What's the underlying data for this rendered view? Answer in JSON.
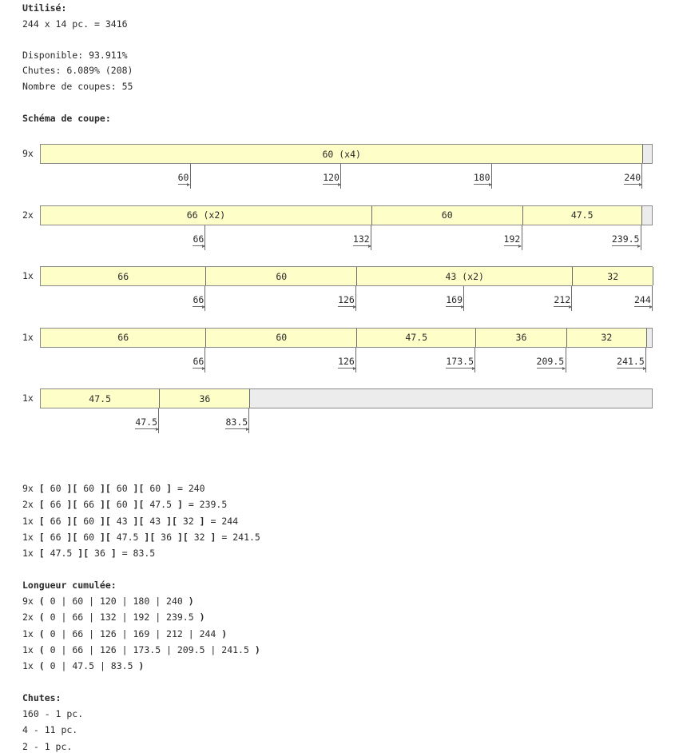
{
  "summary": {
    "used_label": "Utilisé:",
    "used_value": "244 x 14 pc. = 3416",
    "available": "Disponible: 93.911%",
    "waste": "Chutes: 6.089% (208)",
    "cuts": "Nombre de coupes: 55",
    "scheme_label": "Schéma de coupe:"
  },
  "stock_length": 244,
  "rows": [
    {
      "mult": "9x",
      "segments": [
        {
          "start": 0,
          "end": 240,
          "label": "60 (x4)"
        }
      ],
      "ticks": [
        {
          "at": 60,
          "label": "60"
        },
        {
          "at": 120,
          "label": "120"
        },
        {
          "at": 180,
          "label": "180"
        },
        {
          "at": 240,
          "label": "240"
        }
      ]
    },
    {
      "mult": "2x",
      "segments": [
        {
          "start": 0,
          "end": 132,
          "label": "66 (x2)"
        },
        {
          "start": 132,
          "end": 192,
          "label": "60"
        },
        {
          "start": 192,
          "end": 239.5,
          "label": "47.5"
        }
      ],
      "ticks": [
        {
          "at": 66,
          "label": "66"
        },
        {
          "at": 132,
          "label": "132"
        },
        {
          "at": 192,
          "label": "192"
        },
        {
          "at": 239.5,
          "label": "239.5"
        }
      ]
    },
    {
      "mult": "1x",
      "segments": [
        {
          "start": 0,
          "end": 66,
          "label": "66"
        },
        {
          "start": 66,
          "end": 126,
          "label": "60"
        },
        {
          "start": 126,
          "end": 212,
          "label": "43 (x2)"
        },
        {
          "start": 212,
          "end": 244,
          "label": "32"
        }
      ],
      "ticks": [
        {
          "at": 66,
          "label": "66"
        },
        {
          "at": 126,
          "label": "126"
        },
        {
          "at": 169,
          "label": "169"
        },
        {
          "at": 212,
          "label": "212"
        },
        {
          "at": 244,
          "label": "244"
        }
      ]
    },
    {
      "mult": "1x",
      "segments": [
        {
          "start": 0,
          "end": 66,
          "label": "66"
        },
        {
          "start": 66,
          "end": 126,
          "label": "60"
        },
        {
          "start": 126,
          "end": 173.5,
          "label": "47.5"
        },
        {
          "start": 173.5,
          "end": 209.5,
          "label": "36"
        },
        {
          "start": 209.5,
          "end": 241.5,
          "label": "32"
        }
      ],
      "ticks": [
        {
          "at": 66,
          "label": "66"
        },
        {
          "at": 126,
          "label": "126"
        },
        {
          "at": 173.5,
          "label": "173.5"
        },
        {
          "at": 209.5,
          "label": "209.5"
        },
        {
          "at": 241.5,
          "label": "241.5"
        }
      ]
    },
    {
      "mult": "1x",
      "segments": [
        {
          "start": 0,
          "end": 47.5,
          "label": "47.5"
        },
        {
          "start": 47.5,
          "end": 83.5,
          "label": "36"
        }
      ],
      "ticks": [
        {
          "at": 47.5,
          "label": "47.5"
        },
        {
          "at": 83.5,
          "label": "83.5"
        }
      ]
    }
  ],
  "formulas": [
    {
      "mult": "9x",
      "pieces": [
        "60",
        "60",
        "60",
        "60"
      ],
      "total": "240"
    },
    {
      "mult": "2x",
      "pieces": [
        "66",
        "66",
        "60",
        "47.5"
      ],
      "total": "239.5"
    },
    {
      "mult": "1x",
      "pieces": [
        "66",
        "60",
        "43",
        "43",
        "32"
      ],
      "total": "244"
    },
    {
      "mult": "1x",
      "pieces": [
        "66",
        "60",
        "47.5",
        "36",
        "32"
      ],
      "total": "241.5"
    },
    {
      "mult": "1x",
      "pieces": [
        "47.5",
        "36"
      ],
      "total": "83.5"
    }
  ],
  "cumulative_label": "Longueur cumulée:",
  "cumulative": [
    {
      "mult": "9x",
      "values": [
        "0",
        "60",
        "120",
        "180",
        "240"
      ]
    },
    {
      "mult": "2x",
      "values": [
        "0",
        "66",
        "132",
        "192",
        "239.5"
      ]
    },
    {
      "mult": "1x",
      "values": [
        "0",
        "66",
        "126",
        "169",
        "212",
        "244"
      ]
    },
    {
      "mult": "1x",
      "values": [
        "0",
        "66",
        "126",
        "173.5",
        "209.5",
        "241.5"
      ]
    },
    {
      "mult": "1x",
      "values": [
        "0",
        "47.5",
        "83.5"
      ]
    }
  ],
  "waste_label": "Chutes:",
  "waste_list": [
    "160 - 1 pc.",
    "4 - 11 pc.",
    "2 - 1 pc."
  ]
}
